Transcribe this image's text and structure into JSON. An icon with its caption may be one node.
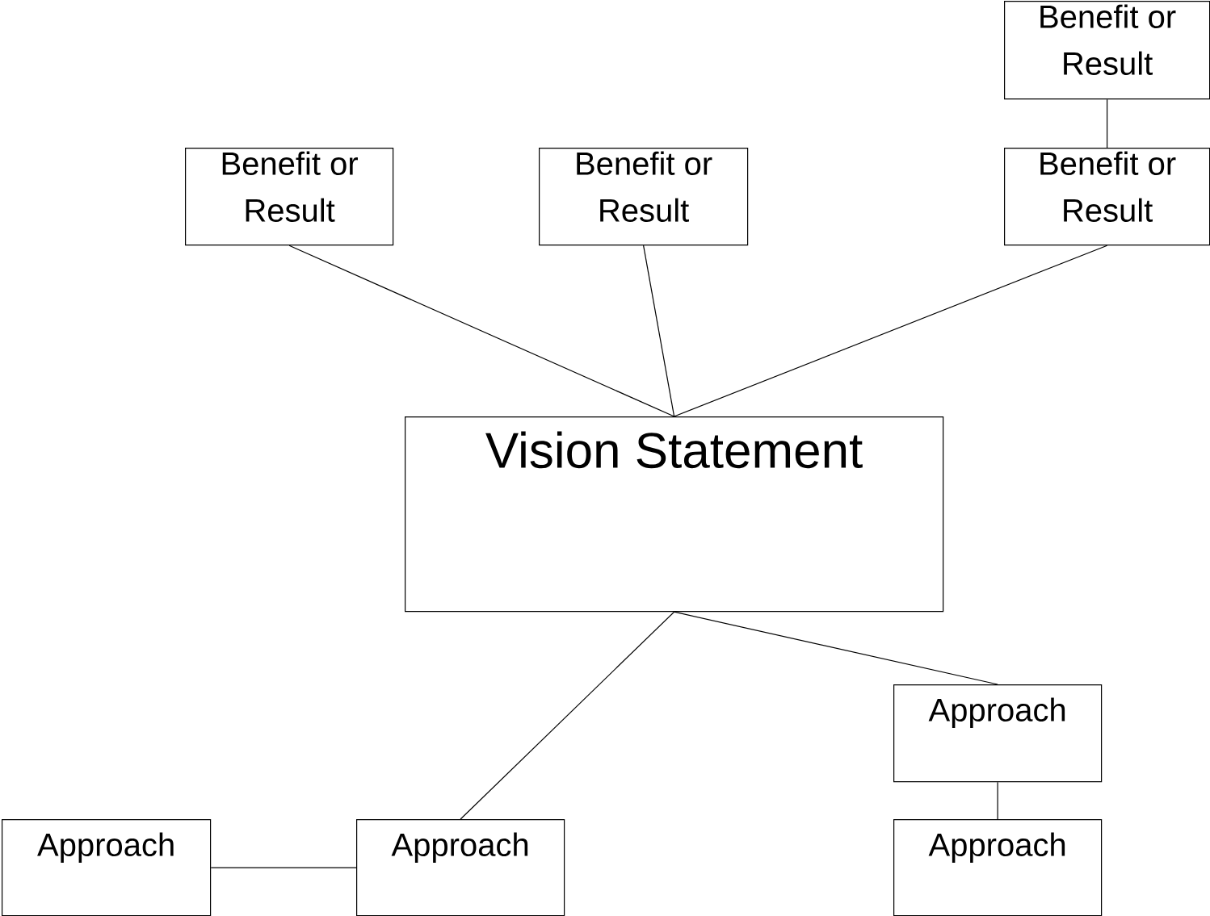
{
  "diagram": {
    "nodes": [
      {
        "text": [
          "Benefit or Result"
        ]
      },
      {
        "text": [
          "Benefit or Result"
        ]
      },
      {
        "text": [
          "Benefit or Result"
        ]
      },
      {
        "text": [
          "Benefit or Result"
        ]
      },
      {
        "text": [
          "Vision Statement"
        ]
      },
      {
        "text": [
          "Approach"
        ]
      },
      {
        "text": [
          "Approach"
        ]
      },
      {
        "text": [
          "Approach"
        ]
      },
      {
        "text": [
          "Approach"
        ]
      }
    ],
    "edges": [
      {
        "from": 0,
        "to": 3,
        "arrow": "none"
      },
      {
        "from": 1,
        "to": 4,
        "arrow": "none"
      },
      {
        "from": 2,
        "to": 4,
        "arrow": "none"
      },
      {
        "from": 3,
        "to": 4,
        "arrow": "none"
      },
      {
        "from": 4,
        "to": 7,
        "arrow": "none"
      },
      {
        "from": 4,
        "to": 5,
        "arrow": "none"
      },
      {
        "from": 6,
        "to": 7,
        "arrow": "none"
      },
      {
        "from": 5,
        "to": 8,
        "arrow": "none"
      }
    ]
  }
}
